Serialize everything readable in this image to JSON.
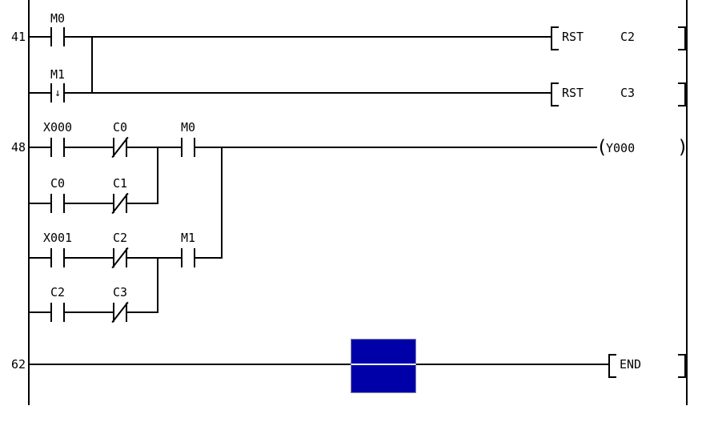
{
  "ladder": {
    "rung_numbers": [
      "41",
      "48",
      "62"
    ],
    "contacts": {
      "r1_m0": "M0",
      "r2_m1": "M1",
      "r3_x000": "X000",
      "r3_c0": "C0",
      "r3_m0": "M0",
      "r4_c0": "C0",
      "r4_c1": "C1",
      "r5_x001": "X001",
      "r5_c2": "C2",
      "r5_m1": "M1",
      "r6_c2": "C2",
      "r6_c3": "C3"
    },
    "instructions": {
      "rst1_op": "RST",
      "rst1_operand": "C2",
      "rst2_op": "RST",
      "rst2_operand": "C3",
      "coil_device": "Y000",
      "end_op": "END"
    },
    "glyphs": {
      "falling_edge_arrow": "↓",
      "coil_open": "(",
      "coil_close": ")"
    },
    "colors": {
      "cursor_fill": "#0000A8",
      "line": "#000000"
    }
  }
}
